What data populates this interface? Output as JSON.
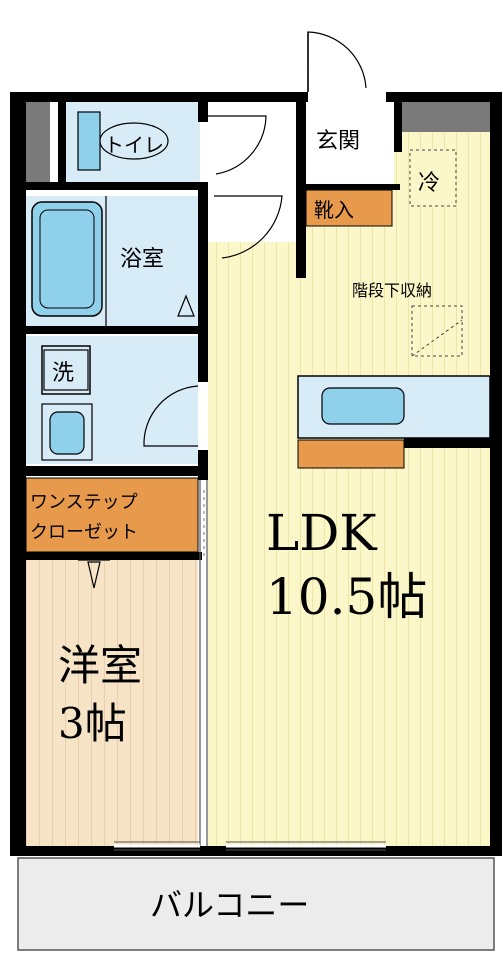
{
  "rooms": {
    "toilet": "トイレ",
    "bath": "浴室",
    "wash": "洗",
    "entrance": "玄関",
    "shoe_storage": "靴入",
    "fridge": "冷",
    "under_stairs": "階段下収納",
    "closet_line1": "ワンステップ",
    "closet_line2": "クローゼット",
    "western_room": "洋室",
    "western_size": "3帖",
    "ldk": "LDK",
    "ldk_size": "10.5帖",
    "balcony": "バルコニー"
  },
  "colors": {
    "wall": "#000000",
    "wet_area": "#d8ecf8",
    "fixture": "#8fd0ea",
    "ldk_floor": "#fbf7c8",
    "ldk_stripe": "#e2dc98",
    "western_floor": "#f7e4c6",
    "western_stripe": "#dcc3a0",
    "storage": "#e79a4c",
    "balcony": "#ececec",
    "gray": "#7a7a7a"
  }
}
